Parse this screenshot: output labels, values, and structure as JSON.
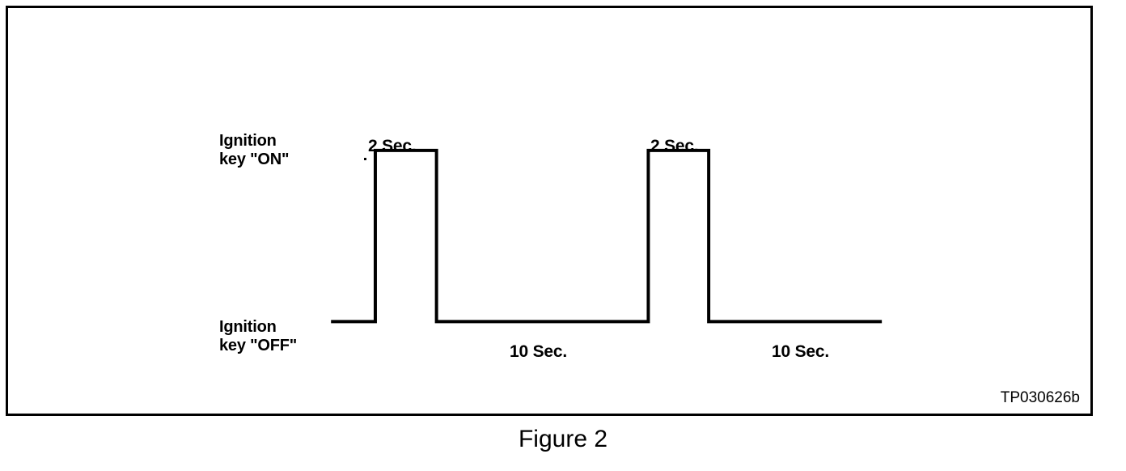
{
  "figure": {
    "caption": "Figure 2",
    "reference_code": "TP030626b",
    "frame_color": "#000000",
    "background_color": "#ffffff",
    "line_color": "#000000"
  },
  "labels": {
    "state_high": "Ignition\nkey \"ON\"",
    "state_high_line1": "Ignition",
    "state_high_line2": "key \"ON\"",
    "state_low": "Ignition\nkey \"OFF\"",
    "state_low_line1": "Ignition",
    "state_low_line2": "key \"OFF\"",
    "on_duration_1": "2 Sec.",
    "on_duration_2": "2 Sec.",
    "off_duration_1": "10 Sec.",
    "off_duration_2": "10 Sec."
  },
  "chart_data": {
    "type": "line",
    "title": "Figure 2",
    "subtitle": "Ignition key ON/OFF cycling timing waveform",
    "xlabel": "",
    "ylabel": "",
    "grid": false,
    "legend": "none",
    "y_states": [
      {
        "name": "Ignition key \"OFF\"",
        "value": 0
      },
      {
        "name": "Ignition key \"ON\"",
        "value": 1
      }
    ],
    "x_unit": "seconds",
    "annotations": [
      {
        "text": "2 Sec.",
        "segment": "on-pulse-1",
        "position": "above"
      },
      {
        "text": "2 Sec.",
        "segment": "on-pulse-2",
        "position": "above"
      },
      {
        "text": "10 Sec.",
        "segment": "off-gap-1",
        "position": "below"
      },
      {
        "text": "10 Sec.",
        "segment": "off-gap-2",
        "position": "below"
      }
    ],
    "segments": [
      {
        "state": "OFF",
        "duration": null,
        "label": ""
      },
      {
        "state": "ON",
        "duration": 2,
        "label": "2 Sec."
      },
      {
        "state": "OFF",
        "duration": 10,
        "label": "10 Sec."
      },
      {
        "state": "ON",
        "duration": 2,
        "label": "2 Sec."
      },
      {
        "state": "OFF",
        "duration": 10,
        "label": "10 Sec."
      }
    ],
    "x": [
      0,
      7,
      7,
      9,
      9,
      19,
      19,
      21,
      21,
      31
    ],
    "values": [
      0,
      0,
      1,
      1,
      0,
      0,
      1,
      1,
      0,
      0
    ]
  }
}
